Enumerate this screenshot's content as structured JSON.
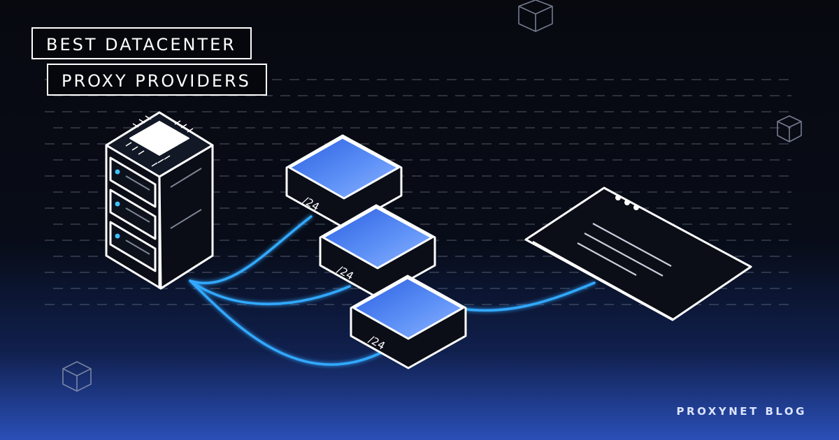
{
  "title": {
    "line1": "BEST DATACENTER",
    "line2": "PROXY PROVIDERS"
  },
  "brand": "PROXYNET BLOG",
  "proxy_blocks": [
    {
      "label": "/24"
    },
    {
      "label": "/24"
    },
    {
      "label": "/24"
    }
  ],
  "colors": {
    "background": "#07090f",
    "bottom_glow": "#2a4fb8",
    "block_top": "#4f86f5",
    "cable": "#31a9ff",
    "outline": "#ffffff"
  },
  "icons": [
    "server-rack-icon",
    "cpu-chip-icon",
    "browser-window-icon",
    "cube-icon"
  ]
}
